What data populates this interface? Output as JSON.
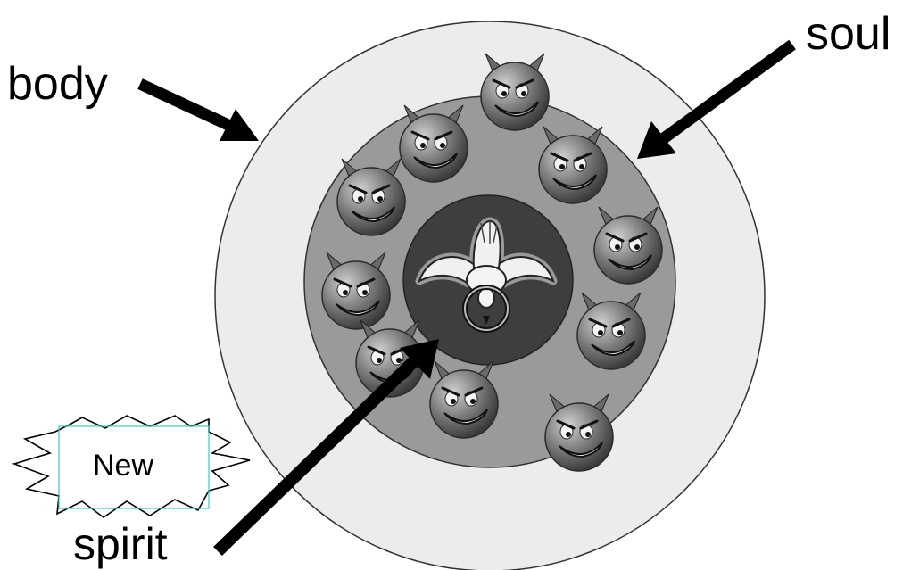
{
  "labels": {
    "body": "body",
    "soul": "soul",
    "spirit": "spirit",
    "badge": "New"
  },
  "rings": {
    "body_fill": "#ececec",
    "soul_fill": "#9a9a9a",
    "spirit_fill": "#3e3e3e"
  },
  "figures": {
    "spirit_icon": "dove-icon",
    "soul_icon": "devil-face-icon",
    "soul_icon_count": 10
  }
}
